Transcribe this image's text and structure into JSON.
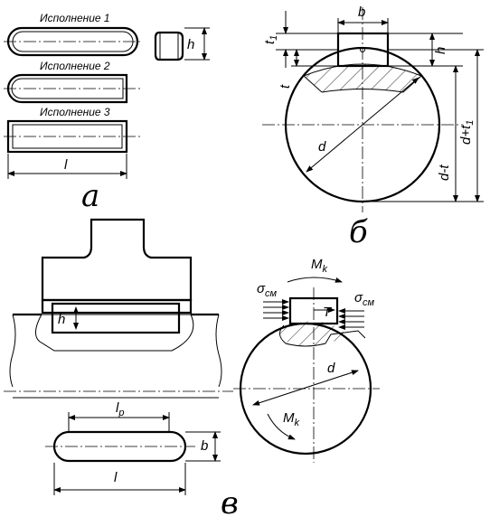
{
  "figure_a": {
    "caption": "а",
    "variants": [
      "Исполнение 1",
      "Исполнение 2",
      "Исполнение 3"
    ],
    "dims": {
      "h": "h",
      "l": "l"
    }
  },
  "figure_b": {
    "caption": "б",
    "dims": {
      "b": "b",
      "t1": "t",
      "t1_sub": "1",
      "h": "h",
      "t": "t",
      "d": "d",
      "d_plus_t1": "d+t",
      "d_plus_t1_sub": "1",
      "d_minus_t": "d-t"
    }
  },
  "figure_v": {
    "caption": "в",
    "dims": {
      "h": "h",
      "lp": "l",
      "lp_sub": "p",
      "b": "b",
      "l": "l",
      "d": "d"
    },
    "forces": {
      "sigma": "σ",
      "sigma_sub": "см",
      "T": "T",
      "M": "M",
      "M_sub": "k"
    }
  }
}
